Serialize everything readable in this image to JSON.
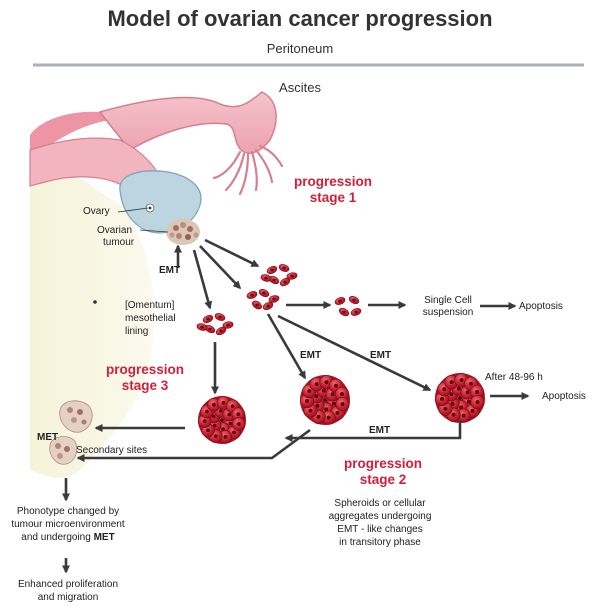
{
  "title": "Model of ovarian cancer progression",
  "peritoneum": "Peritoneum",
  "ascites": "Ascites",
  "labels": {
    "ovary": "Ovary",
    "ovarian_tumour_1": "Ovarian",
    "ovarian_tumour_2": "tumour",
    "emt": "EMT",
    "met": "MET",
    "omentum_1": "[Omentum]",
    "omentum_2": "mesothelial",
    "omentum_3": "lining",
    "single_cell_1": "Single Cell",
    "single_cell_2": "suspension",
    "apoptosis": "Apoptosis",
    "after_hours": "After 48-96 h",
    "secondary_sites": "Secondary sites"
  },
  "stages": {
    "stage1": {
      "line1": "progression",
      "line2": "stage 1"
    },
    "stage2": {
      "line1": "progression",
      "line2": "stage 2"
    },
    "stage3": {
      "line1": "progression",
      "line2": "stage 3"
    }
  },
  "captions": {
    "spheroids_1": "Spheroids or cellular",
    "spheroids_2": "aggregates undergoing",
    "spheroids_3": "EMT - like changes",
    "spheroids_4": "in transitory phase",
    "phenotype_1": "Phonotype changed by",
    "phenotype_2": "tumour microenvironment",
    "phenotype_3a": "and undergoing ",
    "phenotype_3b": "MET",
    "enhanced_1": "Enhanced proliferation",
    "enhanced_2": "and migration"
  },
  "colors": {
    "stage_red": "#d11f3a",
    "cell_red": "#c8202e",
    "uterus_pink": "#f0a8b4",
    "ovary_blue": "#bcd5e0",
    "arrow": "#3a3a3a",
    "rule": "#a9b0b6"
  }
}
